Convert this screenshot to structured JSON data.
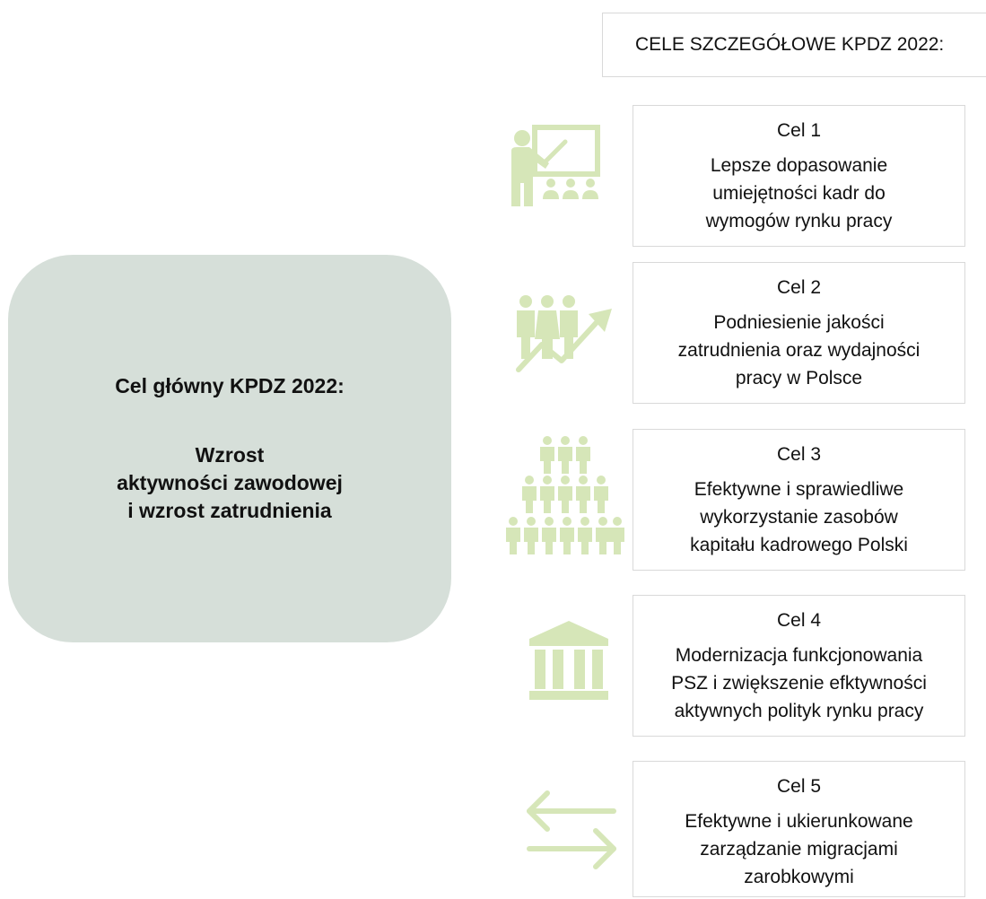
{
  "header": {
    "title": "CELE SZCZEGÓŁOWE KPDZ 2022:"
  },
  "main_goal": {
    "title": "Cel główny KPDZ 2022:",
    "description": "Wzrost\naktywności zawodowej\ni wzrost zatrudnienia"
  },
  "goals": [
    {
      "title": "Cel 1",
      "description": "Lepsze dopasowanie\numiejętności kadr do\nwymogów rynku pracy",
      "icon": "teacher-presentation-icon"
    },
    {
      "title": "Cel 2",
      "description": "Podniesienie jakości\nzatrudnienia oraz wydajności\npracy w Polsce",
      "icon": "people-growth-arrow-icon"
    },
    {
      "title": "Cel 3",
      "description": "Efektywne i sprawiedliwe\nwykorzystanie zasobów\nkapitału kadrowego Polski",
      "icon": "people-pyramid-icon"
    },
    {
      "title": "Cel 4",
      "description": "Modernizacja funkcjonowania\nPSZ i zwiększenie efktywności\naktywnych polityk rynku pracy",
      "icon": "public-institution-icon"
    },
    {
      "title": "Cel 5",
      "description": "Efektywne i ukierunkowane\nzarządzanie migracjami\nzarobkowymi",
      "icon": "bidirectional-arrows-icon"
    }
  ],
  "colors": {
    "icon_green": "#d6e6b8",
    "main_box_bg": "#d6dfd9",
    "border": "#d9d9d9"
  }
}
